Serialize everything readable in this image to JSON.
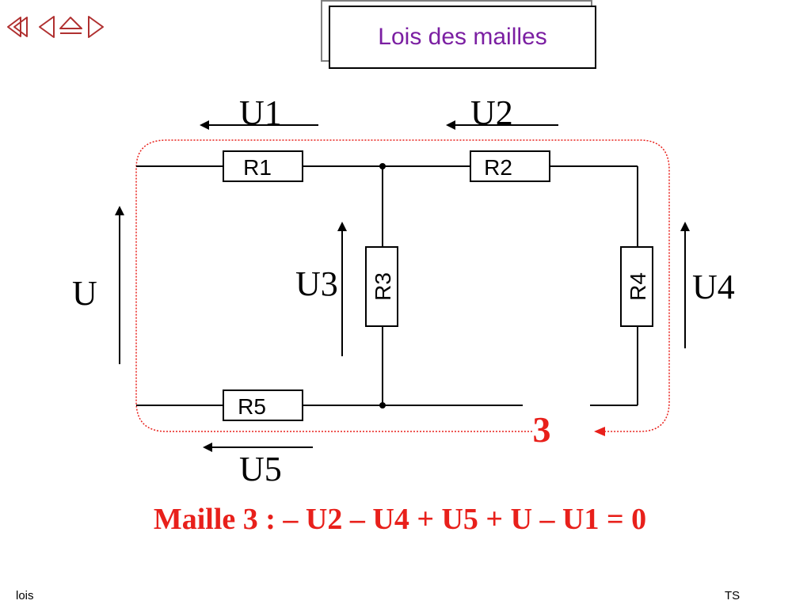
{
  "title": "Lois des mailles",
  "nav": {
    "icons": [
      "first-slide-icon",
      "previous-slide-icon",
      "home-icon",
      "next-slide-icon"
    ]
  },
  "circuit": {
    "resistors": {
      "r1": "R1",
      "r2": "R2",
      "r3": "R3",
      "r4": "R4",
      "r5": "R5"
    },
    "voltages": {
      "u": "U",
      "u1": "U1",
      "u2": "U2",
      "u3": "U3",
      "u4": "U4",
      "u5": "U5"
    },
    "mesh_number": "3",
    "mesh_color": "#e8201b"
  },
  "equation": "Maille 3 : – U2 – U4 + U5 + U – U1 = 0",
  "footer": {
    "left": "lois",
    "right": "TS"
  },
  "colors": {
    "title": "#7b1fa2",
    "accent": "#e8201b"
  }
}
